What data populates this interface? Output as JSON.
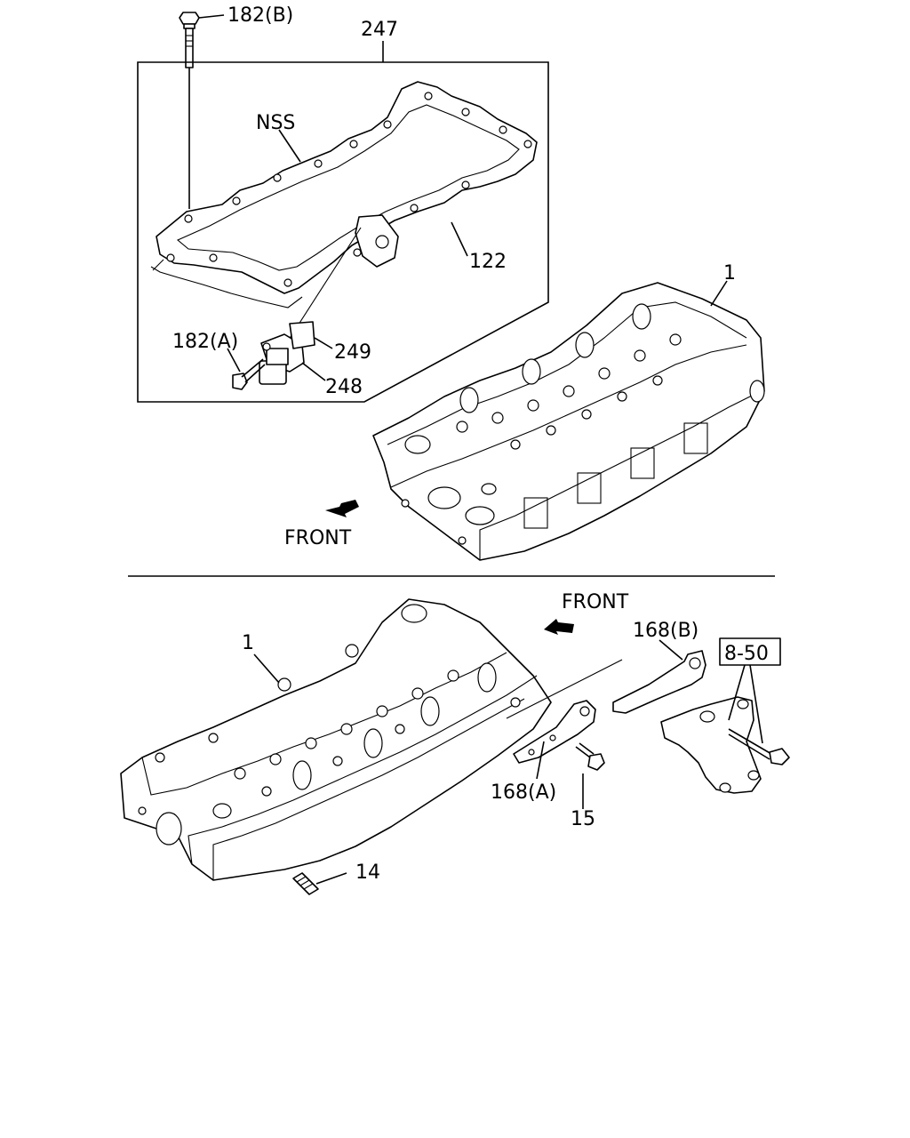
{
  "labels": {
    "bolt_182b": "182(B)",
    "kit_247": "247",
    "nss": "NSS",
    "gasket_122": "122",
    "head_1_top": "1",
    "bolt_182a": "182(A)",
    "part_249": "249",
    "part_248": "248",
    "front_top": "FRONT",
    "front_bottom": "FRONT",
    "head_1_bottom": "1",
    "bracket_168b": "168(B)",
    "ref_850": "8-50",
    "bracket_168a": "168(A)",
    "bolt_15": "15",
    "stud_14": "14"
  }
}
